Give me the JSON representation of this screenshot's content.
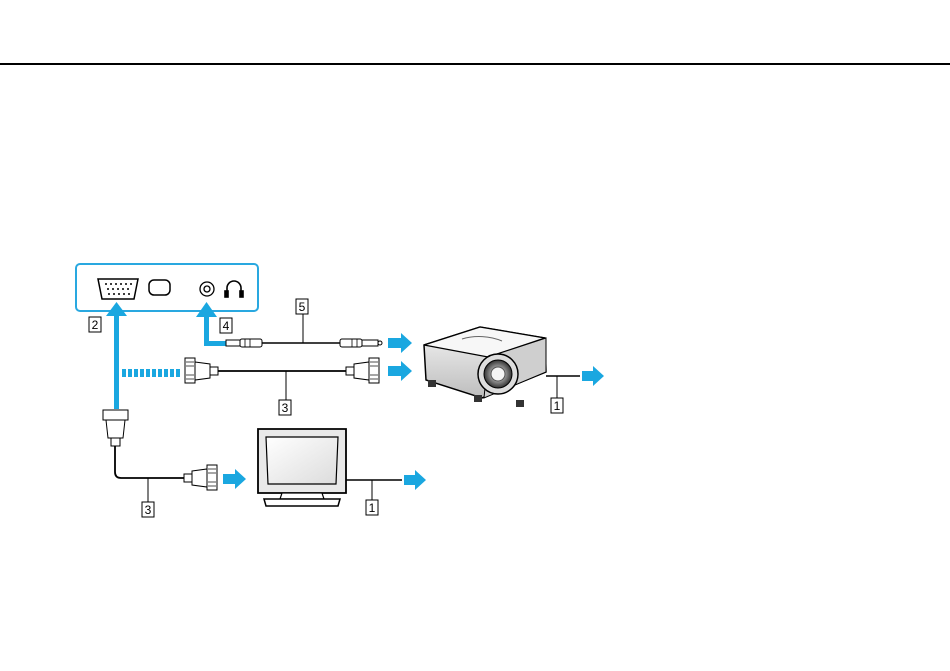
{
  "colors": {
    "arrow": "#1aa7e0",
    "line": "#000000",
    "panel_border": "#29a8e0"
  },
  "callouts": {
    "panel_vga_port": "2",
    "panel_audio_jack": "4",
    "audio_cable": "5",
    "vga_cable_projector": "3",
    "vga_cable_monitor": "3",
    "projector_power": "1",
    "monitor_power": "1"
  },
  "icons": [
    "vga-port-icon",
    "hdmi-port-icon",
    "audio-jack-icon",
    "headphones-icon",
    "vga-connector-icon",
    "audio-plug-icon",
    "projector-icon",
    "monitor-icon"
  ]
}
